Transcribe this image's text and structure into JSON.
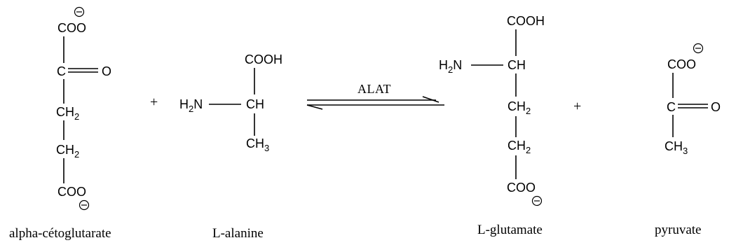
{
  "reaction": {
    "enzyme": "ALAT",
    "plus_sign": "+",
    "charge_symbol": "−"
  },
  "alpha_cetoglutarate": {
    "name": "alpha-cétoglutarate",
    "top_group": "COO",
    "carbonyl_c": "C",
    "carbonyl_o": "O",
    "ch2_a": "CH",
    "ch2_a_sub": "2",
    "ch2_b": "CH",
    "ch2_b_sub": "2",
    "bottom_group": "COO"
  },
  "l_alanine": {
    "name": "L-alanine",
    "acid_group": "COOH",
    "amine": "H",
    "amine_sub": "2",
    "amine_n": "N",
    "alpha_c": "CH",
    "methyl": "CH",
    "methyl_sub": "3"
  },
  "l_glutamate": {
    "name": "L-glutamate",
    "acid_group": "COOH",
    "amine": "H",
    "amine_sub": "2",
    "amine_n": "N",
    "alpha_c": "CH",
    "ch2_a": "CH",
    "ch2_a_sub": "2",
    "ch2_b": "CH",
    "ch2_b_sub": "2",
    "bottom_group": "COO"
  },
  "pyruvate": {
    "name": "pyruvate",
    "top_group": "COO",
    "carbonyl_c": "C",
    "carbonyl_o": "O",
    "methyl": "CH",
    "methyl_sub": "3"
  }
}
